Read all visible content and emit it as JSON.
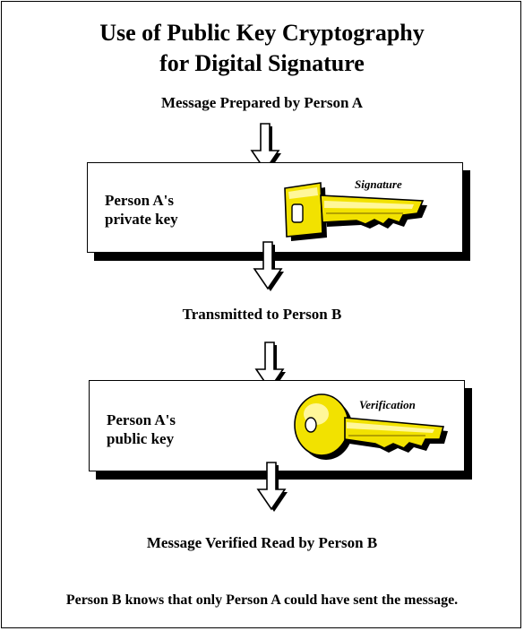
{
  "title": {
    "line1": "Use of Public Key Cryptography",
    "line2": "for Digital Signature"
  },
  "steps": {
    "prepared": "Message Prepared by Person A",
    "transmitted": "Transmitted to Person B",
    "verified": "Message Verified Read by Person B"
  },
  "private_panel": {
    "label_line1": "Person A's",
    "label_line2": "private key",
    "key_tag": "Signature",
    "key_icon": "flat-key-icon"
  },
  "public_panel": {
    "label_line1": "Person A's",
    "label_line2": "public key",
    "key_tag": "Verification",
    "key_icon": "round-key-icon"
  },
  "conclusion": "Person B knows that only Person A could have sent the message.",
  "colors": {
    "key_fill": "#f2e200",
    "key_highlight": "#fff79a",
    "key_shadow": "#a08c00",
    "outline": "#000000"
  }
}
